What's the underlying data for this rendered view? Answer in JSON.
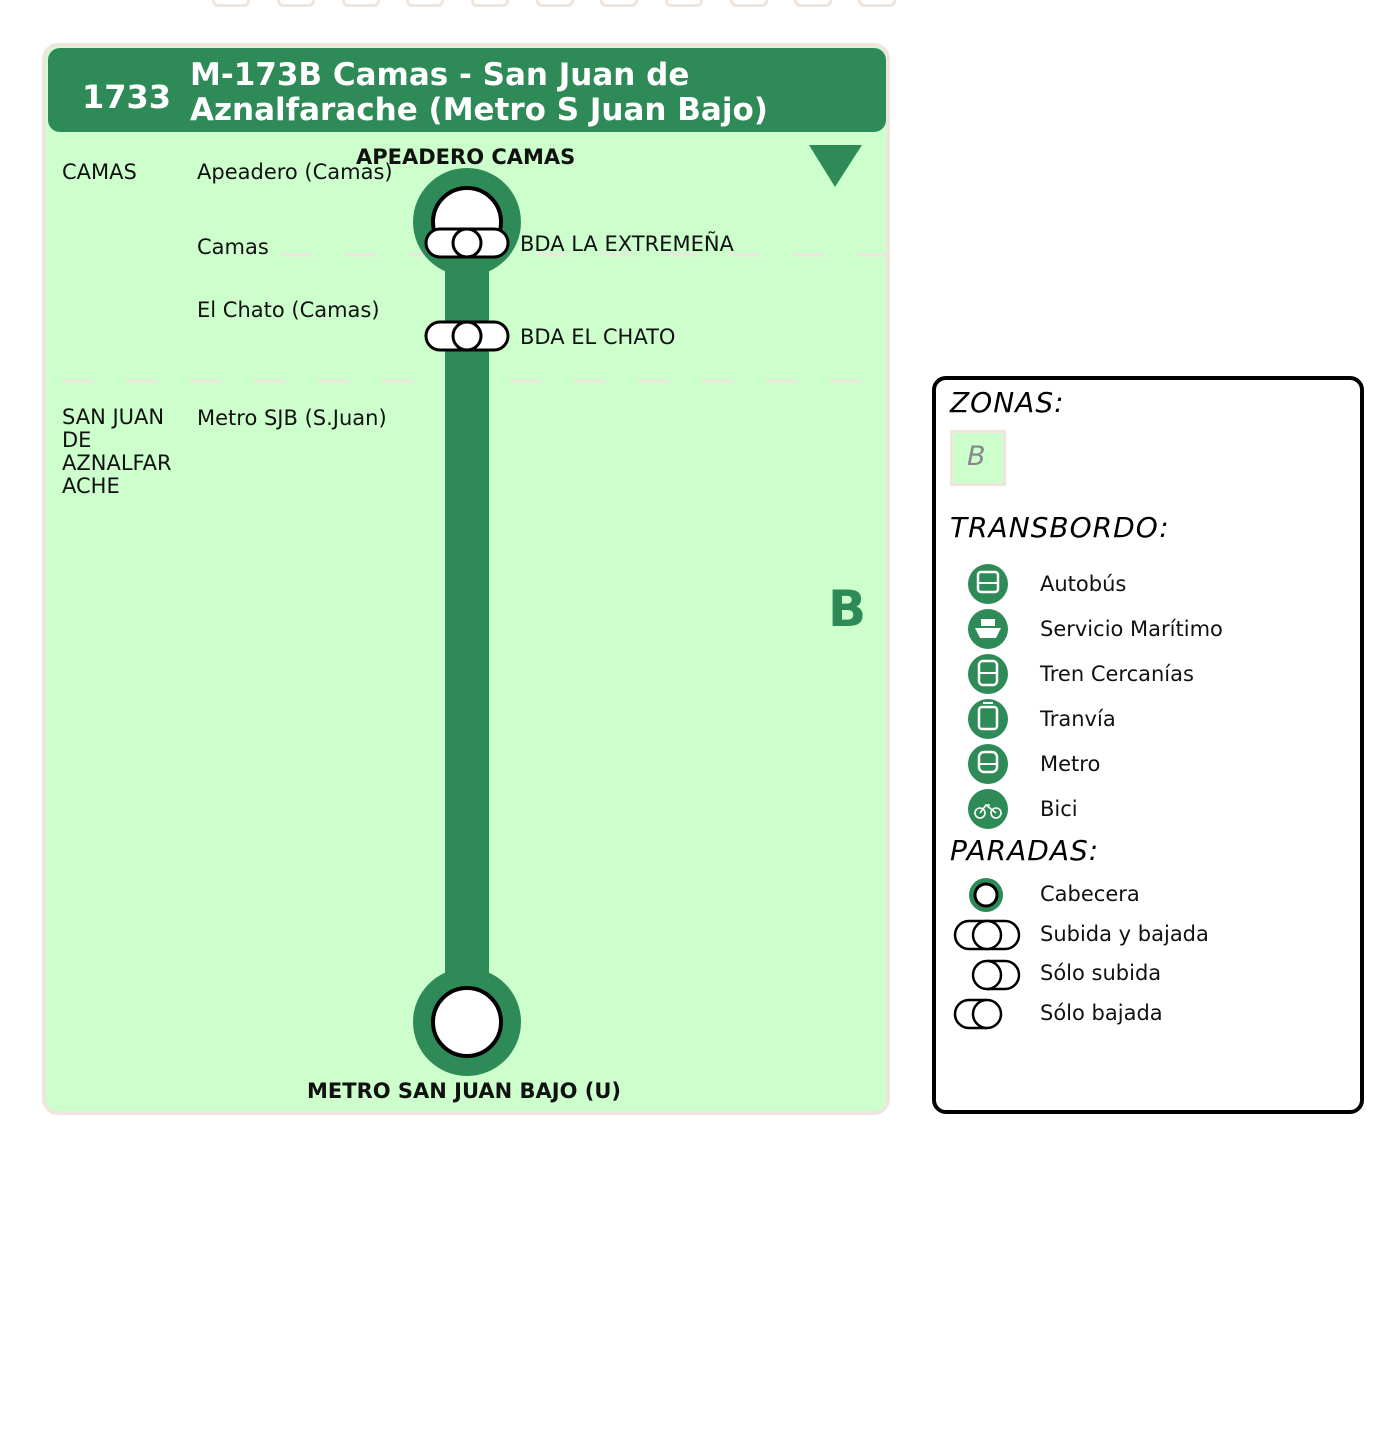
{
  "header": {
    "code": "1733",
    "title_line1": "M-173B Camas - San Juan de",
    "title_line2": "Aznalfarache (Metro S Juan Bajo)"
  },
  "zones": [
    {
      "municipality": "CAMAS",
      "stops": [
        "Apeadero (Camas)",
        "Camas",
        "El Chato (Camas)"
      ]
    },
    {
      "municipality": "SAN JUAN\nDE\nAZNALFAR\nACHE",
      "stops": [
        "Metro SJB (S.Juan)"
      ]
    }
  ],
  "route": {
    "start_stop": "APEADERO CAMAS",
    "end_stop": "METRO SAN JUAN BAJO (U)",
    "intermediate_stops": [
      "BDA LA EXTREMEÑA",
      "BDA EL CHATO"
    ],
    "zone_letter": "B",
    "line_color": "#2e8b57",
    "background_color": "#ccffcc"
  },
  "legend": {
    "zonas_title": "ZONAS:",
    "zone": "B",
    "transbordo_title": "TRANSBORDO:",
    "modes": [
      "Autobús",
      "Servicio Marítimo",
      "Tren Cercanías",
      "Tranvía",
      "Metro",
      "Bici"
    ],
    "mode_icons": [
      "bus-icon",
      "boat-icon",
      "train-icon",
      "tram-icon",
      "metro-icon",
      "bike-icon"
    ],
    "paradas_title": "PARADAS:",
    "stop_types": [
      "Cabecera",
      "Subida y bajada",
      "Sólo subida",
      "Sólo bajada"
    ]
  }
}
